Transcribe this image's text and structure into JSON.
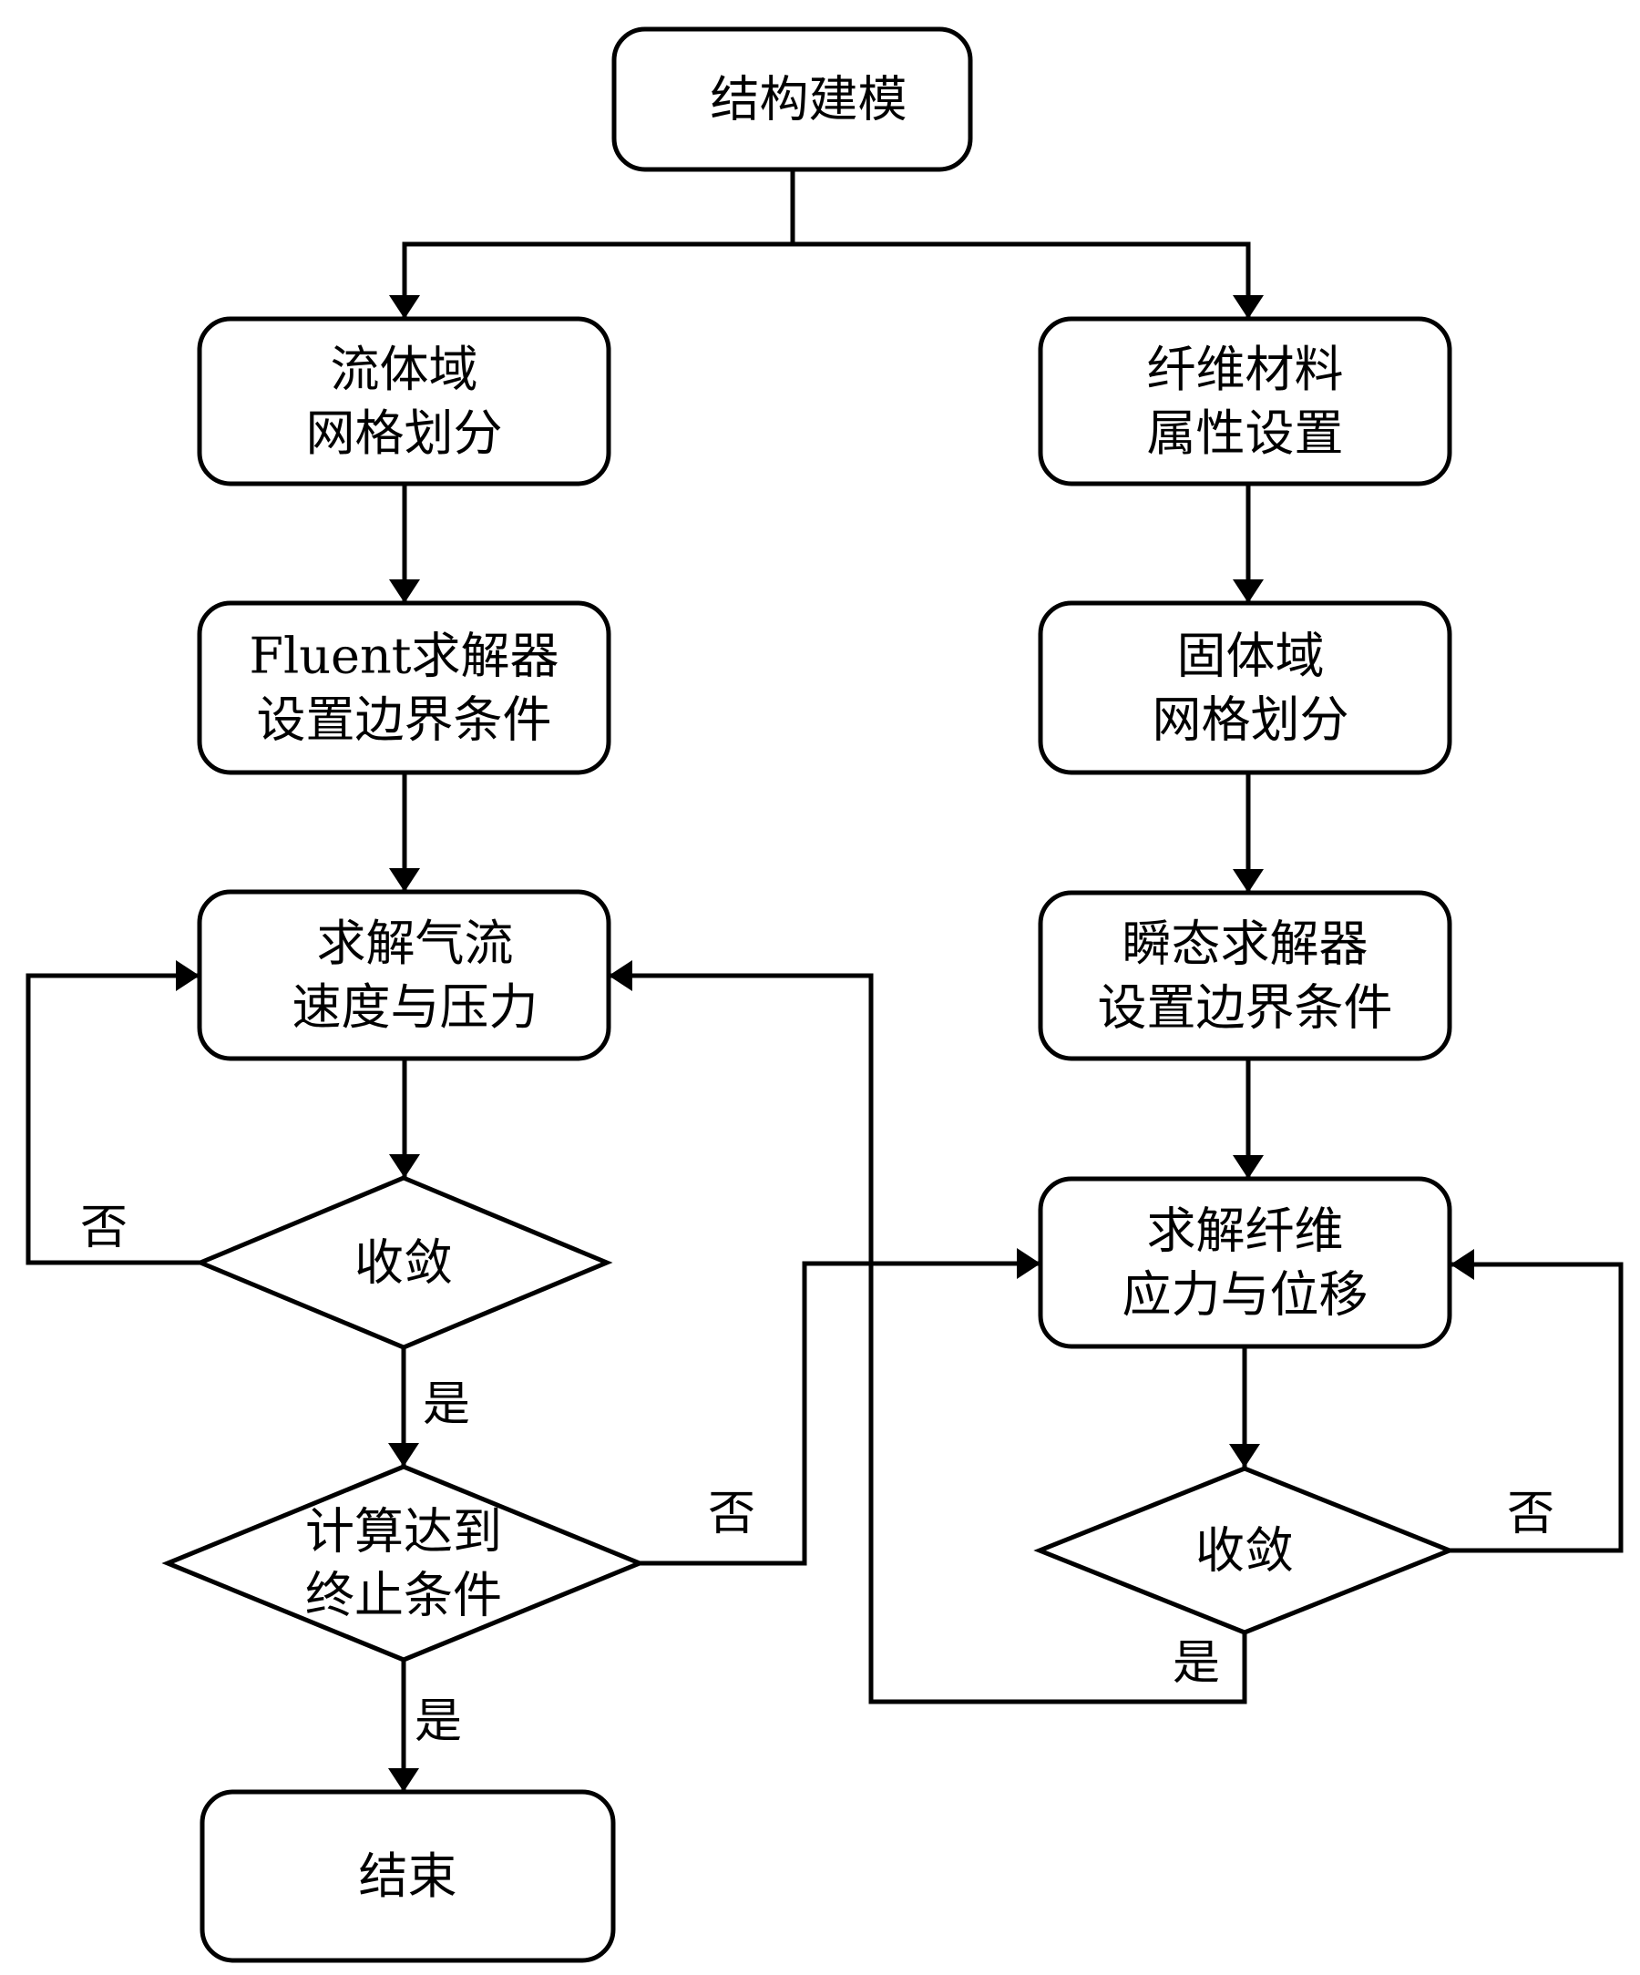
{
  "diagram": {
    "type": "flowchart",
    "colors": {
      "stroke": "#000000",
      "background": "#ffffff",
      "text": "#000000"
    },
    "nodes": [
      {
        "id": "structure-modeling",
        "shape": "rounded-rect",
        "lines": [
          "结构建模"
        ]
      },
      {
        "id": "fluid-domain-meshing",
        "shape": "rounded-rect",
        "lines": [
          "流体域",
          "网格划分"
        ]
      },
      {
        "id": "fluent-solver-setup",
        "shape": "rounded-rect",
        "lines": [
          "Fluent求解器",
          "设置边界条件"
        ]
      },
      {
        "id": "solve-airflow",
        "shape": "rounded-rect",
        "lines": [
          "求解气流",
          "速度与压力"
        ]
      },
      {
        "id": "airflow-converge",
        "shape": "diamond",
        "lines": [
          "收敛"
        ]
      },
      {
        "id": "termination-check",
        "shape": "diamond",
        "lines": [
          "计算达到",
          "终止条件"
        ]
      },
      {
        "id": "end",
        "shape": "rounded-rect",
        "lines": [
          "结束"
        ]
      },
      {
        "id": "fiber-material-properties",
        "shape": "rounded-rect",
        "lines": [
          "纤维材料",
          "属性设置"
        ]
      },
      {
        "id": "solid-domain-meshing",
        "shape": "rounded-rect",
        "lines": [
          "固体域",
          "网格划分"
        ]
      },
      {
        "id": "transient-solver-setup",
        "shape": "rounded-rect",
        "lines": [
          "瞬态求解器",
          "设置边界条件"
        ]
      },
      {
        "id": "solve-fiber",
        "shape": "rounded-rect",
        "lines": [
          "求解纤维",
          "应力与位移"
        ]
      },
      {
        "id": "fiber-converge",
        "shape": "diamond",
        "lines": [
          "收敛"
        ]
      }
    ],
    "edges": [
      {
        "id": "e-model-fluid",
        "from": "structure-modeling",
        "to": "fluid-domain-meshing",
        "label": ""
      },
      {
        "id": "e-model-fiber",
        "from": "structure-modeling",
        "to": "fiber-material-properties",
        "label": ""
      },
      {
        "id": "e-fluid-fluent",
        "from": "fluid-domain-meshing",
        "to": "fluent-solver-setup",
        "label": ""
      },
      {
        "id": "e-fluent-airflow",
        "from": "fluent-solver-setup",
        "to": "solve-airflow",
        "label": ""
      },
      {
        "id": "e-airflow-converge",
        "from": "solve-airflow",
        "to": "airflow-converge",
        "label": ""
      },
      {
        "id": "e-converge-no",
        "from": "airflow-converge",
        "to": "solve-airflow",
        "label": "否"
      },
      {
        "id": "e-converge-yes",
        "from": "airflow-converge",
        "to": "termination-check",
        "label": "是"
      },
      {
        "id": "e-terminate-no",
        "from": "termination-check",
        "to": "solve-fiber",
        "label": "否"
      },
      {
        "id": "e-terminate-yes",
        "from": "termination-check",
        "to": "end",
        "label": "是"
      },
      {
        "id": "e-fiber-solid",
        "from": "fiber-material-properties",
        "to": "solid-domain-meshing",
        "label": ""
      },
      {
        "id": "e-solid-transient",
        "from": "solid-domain-meshing",
        "to": "transient-solver-setup",
        "label": ""
      },
      {
        "id": "e-transient-solvefiber",
        "from": "transient-solver-setup",
        "to": "solve-fiber",
        "label": ""
      },
      {
        "id": "e-solvefiber-converge",
        "from": "solve-fiber",
        "to": "fiber-converge",
        "label": ""
      },
      {
        "id": "e-fiberconv-no",
        "from": "fiber-converge",
        "to": "solve-fiber",
        "label": "否"
      },
      {
        "id": "e-fiberconv-yes",
        "from": "fiber-converge",
        "to": "solve-airflow",
        "label": "是"
      }
    ]
  }
}
